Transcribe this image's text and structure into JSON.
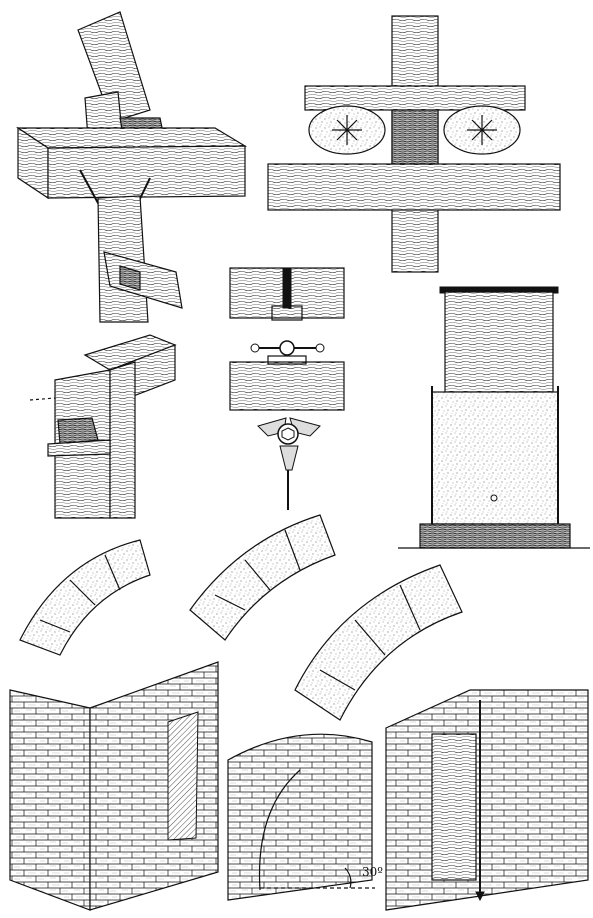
{
  "plate": {
    "angle_label": "30º"
  },
  "panels": [
    "post-and-beam-wedge-joint",
    "clamped-beam-with-wheels",
    "screw-jack-between-beams",
    "tripod-screw-head",
    "post-with-tenon-and-packing",
    "timber-block-in-frame",
    "arch-segment-small",
    "arch-segment-medium",
    "arch-segment-large",
    "brick-wall-corner-with-cut",
    "brick-wall-curved-30-degrees",
    "brick-wall-with-timber-shoring"
  ]
}
